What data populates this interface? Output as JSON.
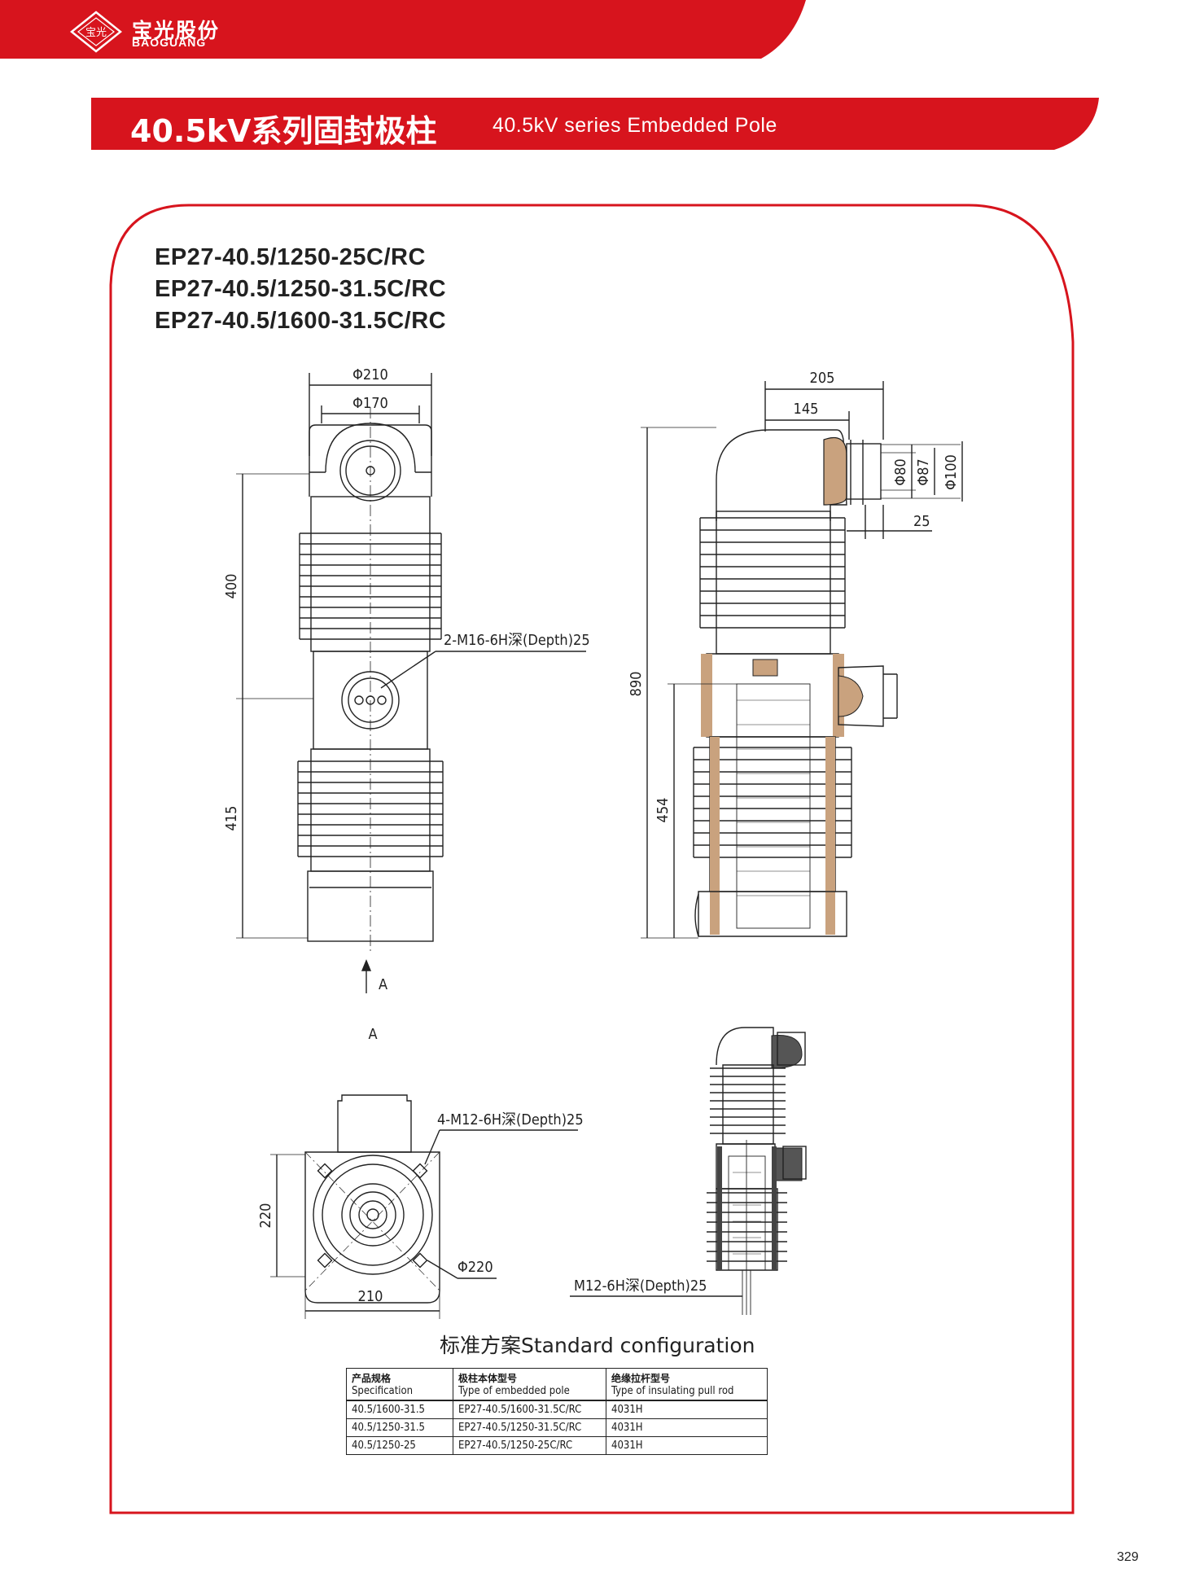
{
  "header": {
    "logo_cn": "宝光股份",
    "logo_en": "BAOGUANG",
    "logo_mark_text": "宝光",
    "brand_color": "#d7141d"
  },
  "title": {
    "cn": "40.5kV系列固封极柱",
    "en": "40.5kV series Embedded Pole"
  },
  "models": [
    "EP27-40.5/1250-25C/RC",
    "EP27-40.5/1250-31.5C/RC",
    "EP27-40.5/1600-31.5C/RC"
  ],
  "front_view": {
    "dim_outer_diameter": "Φ210",
    "dim_inner_diameter": "Φ170",
    "dim_upper_height": "400",
    "dim_lower_height": "415",
    "thread_note": "2-M16-6H深(Depth)25",
    "view_arrow": "A"
  },
  "side_view": {
    "dim_total_width": "205",
    "dim_inner_width": "145",
    "dim_d80": "Φ80",
    "dim_d87": "Φ87",
    "dim_d100": "Φ100",
    "dim_25": "25",
    "dim_total_height": "890",
    "dim_lower_height": "454"
  },
  "bottom_view": {
    "label": "A",
    "thread_note": "4-M12-6H深(Depth)25",
    "dim_height": "220",
    "dim_width": "210",
    "dim_diameter": "Φ220"
  },
  "section_view": {
    "thread_note": "M12-6H深(Depth)25"
  },
  "config": {
    "title": "标准方案Standard configuration",
    "headers": [
      {
        "cn": "产品规格",
        "en": "Specification"
      },
      {
        "cn": "极柱本体型号",
        "en": "Type of embedded pole"
      },
      {
        "cn": "绝缘拉杆型号",
        "en": "Type of insulating pull rod"
      }
    ],
    "rows": [
      [
        "40.5/1600-31.5",
        "EP27-40.5/1600-31.5C/RC",
        "4031H"
      ],
      [
        "40.5/1250-31.5",
        "EP27-40.5/1250-31.5C/RC",
        "4031H"
      ],
      [
        "40.5/1250-25",
        "EP27-40.5/1250-25C/RC",
        "4031H"
      ]
    ]
  },
  "page_number": "329"
}
